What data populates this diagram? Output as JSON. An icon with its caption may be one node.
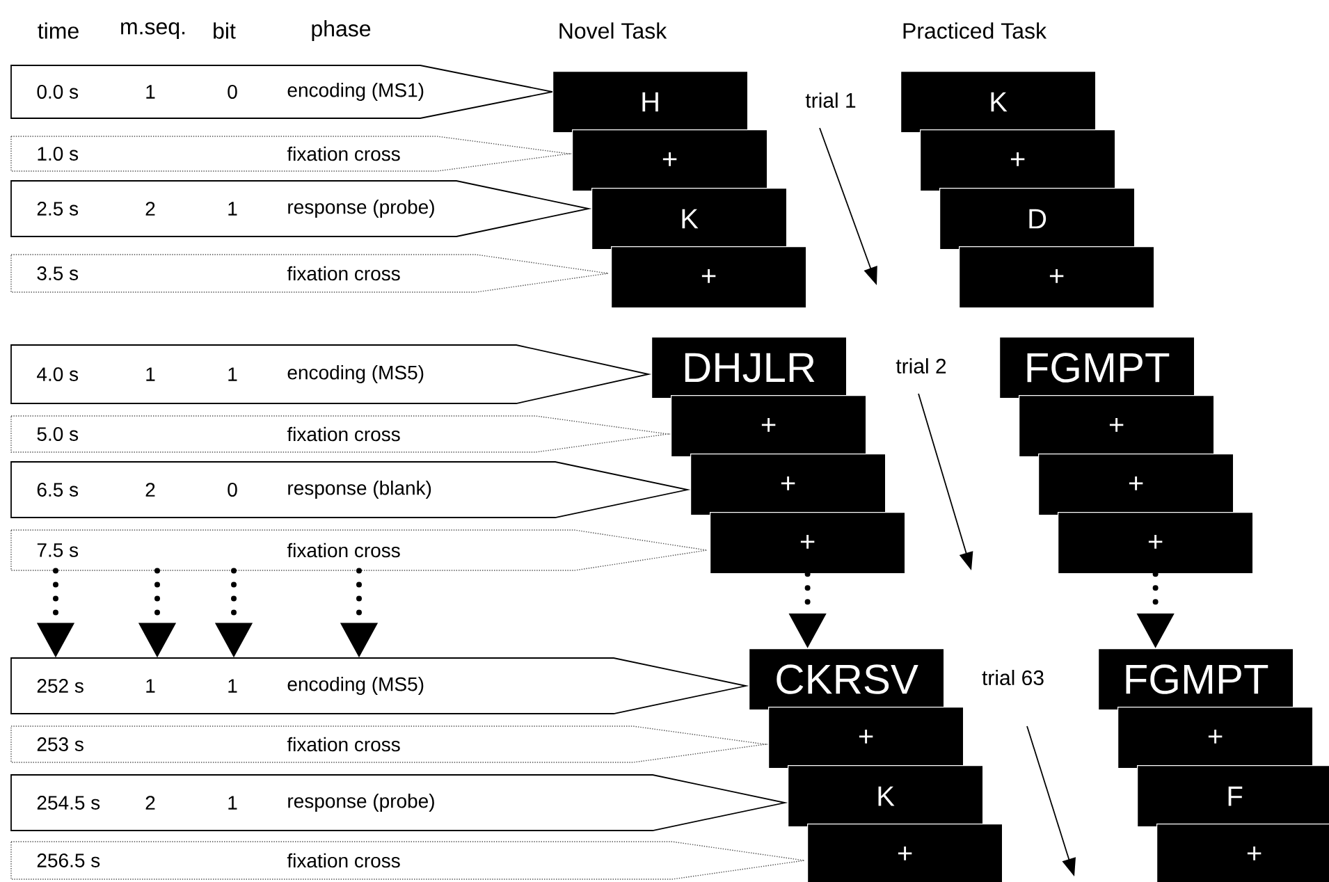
{
  "diagram": {
    "nodes": [
      {
        "text": [
          "0.0 s",
          "1",
          "0",
          "encoding (MS1)"
        ]
      },
      {
        "text": [
          "1.0 s",
          "fixation cross"
        ]
      },
      {
        "text": [
          "2.5 s",
          "2",
          "1",
          "response (probe)"
        ]
      },
      {
        "text": [
          "3.5 s",
          "fixation cross"
        ]
      },
      {
        "text": [
          "4.0 s",
          "1",
          "1",
          "encoding (MS5)"
        ]
      },
      {
        "text": [
          "5.0 s",
          "fixation cross"
        ]
      },
      {
        "text": [
          "6.5 s",
          "2",
          "0",
          "response (blank)"
        ]
      },
      {
        "text": [
          "7.5 s",
          "fixation cross"
        ]
      },
      {
        "text": [
          "252 s",
          "1",
          "1",
          "encoding (MS5)"
        ]
      },
      {
        "text": [
          "253 s",
          "fixation cross"
        ]
      },
      {
        "text": [
          "254.5 s",
          "2",
          "1",
          "response (probe)"
        ]
      },
      {
        "text": [
          "256.5 s",
          "fixation cross"
        ]
      },
      {
        "text": [
          "H"
        ]
      },
      {
        "text": [
          "+"
        ]
      },
      {
        "text": [
          "K"
        ]
      },
      {
        "text": [
          "+"
        ]
      },
      {
        "text": [
          "DHJLR"
        ]
      },
      {
        "text": [
          "+"
        ]
      },
      {
        "text": [
          "+"
        ]
      },
      {
        "text": [
          "+"
        ]
      },
      {
        "text": [
          "CKRSV"
        ]
      },
      {
        "text": [
          "+"
        ]
      },
      {
        "text": [
          "K"
        ]
      },
      {
        "text": [
          "+"
        ]
      },
      {
        "text": [
          "K"
        ]
      },
      {
        "text": [
          "+"
        ]
      },
      {
        "text": [
          "D"
        ]
      },
      {
        "text": [
          "+"
        ]
      },
      {
        "text": [
          "FGMPT"
        ]
      },
      {
        "text": [
          "+"
        ]
      },
      {
        "text": [
          "+"
        ]
      },
      {
        "text": [
          "+"
        ]
      },
      {
        "text": [
          "FGMPT"
        ]
      },
      {
        "text": [
          "+"
        ]
      },
      {
        "text": [
          "F"
        ]
      },
      {
        "text": [
          "+"
        ]
      }
    ],
    "edges": [
      {
        "from": 7,
        "to": 8,
        "arrow": "to",
        "style": "dashed"
      },
      {
        "from": 7,
        "to": 8,
        "arrow": "to",
        "style": "dashed"
      },
      {
        "from": 7,
        "to": 8,
        "arrow": "to",
        "style": "dashed"
      },
      {
        "from": 7,
        "to": 8,
        "arrow": "to",
        "style": "dashed"
      },
      {
        "from": 19,
        "to": 20,
        "arrow": "to",
        "style": "dashed"
      },
      {
        "from": 31,
        "to": 32,
        "arrow": "to",
        "style": "dashed"
      }
    ],
    "labels": [
      "time",
      "m.seq.",
      "bit",
      "phase",
      "Novel Task",
      "Practiced Task",
      "trial 1",
      "trial 2",
      "trial 63"
    ]
  }
}
